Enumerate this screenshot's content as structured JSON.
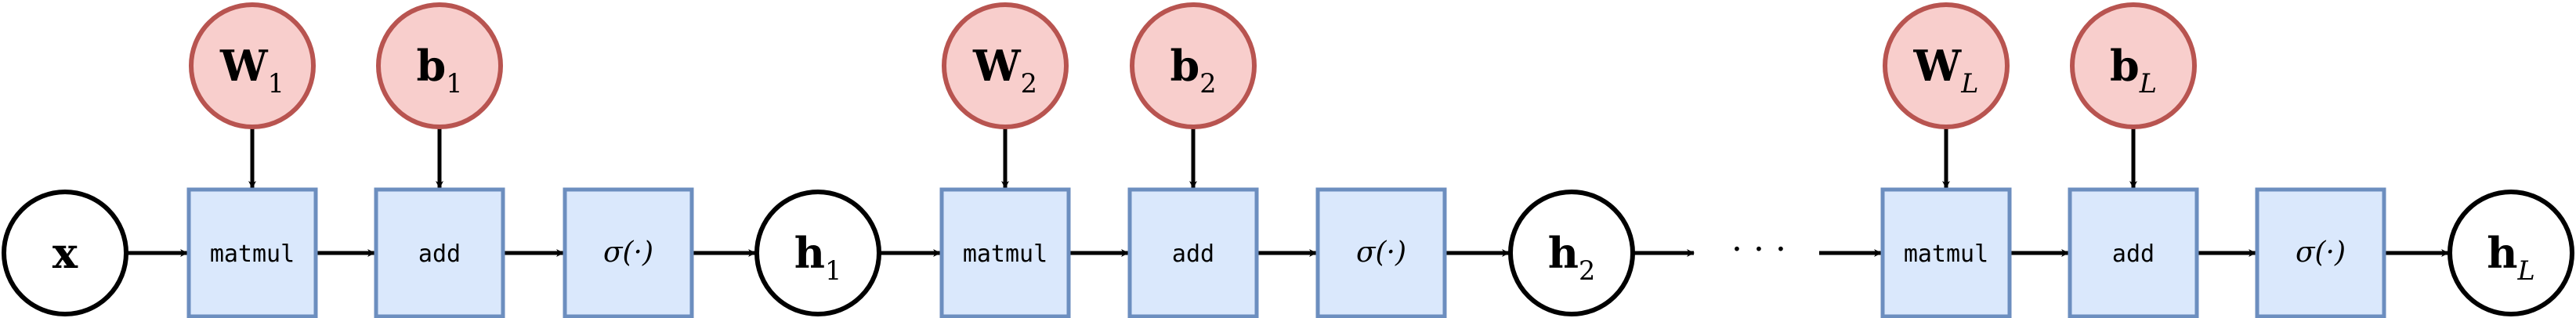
{
  "colors": {
    "param_fill": "#f8cecc",
    "param_stroke": "#b85450",
    "op_fill": "#dae8fc",
    "op_stroke": "#6c8ebf",
    "var_fill": "#ffffff",
    "var_stroke": "#000000",
    "edge": "#000000"
  },
  "layers": [
    {
      "weight": {
        "base": "W",
        "sub": "1"
      },
      "bias": {
        "base": "b",
        "sub": "1"
      },
      "ops": {
        "matmul": "matmul",
        "add": "add",
        "activation": "σ(·)"
      },
      "output": {
        "base": "h",
        "sub": "1"
      }
    },
    {
      "weight": {
        "base": "W",
        "sub": "2"
      },
      "bias": {
        "base": "b",
        "sub": "2"
      },
      "ops": {
        "matmul": "matmul",
        "add": "add",
        "activation": "σ(·)"
      },
      "output": {
        "base": "h",
        "sub": "2"
      }
    },
    {
      "weight": {
        "base": "W",
        "sub": "L"
      },
      "bias": {
        "base": "b",
        "sub": "L"
      },
      "ops": {
        "matmul": "matmul",
        "add": "add",
        "activation": "σ(·)"
      },
      "output": {
        "base": "h",
        "sub": "L"
      }
    }
  ],
  "input": {
    "base": "x"
  },
  "ellipsis": "· · ·"
}
